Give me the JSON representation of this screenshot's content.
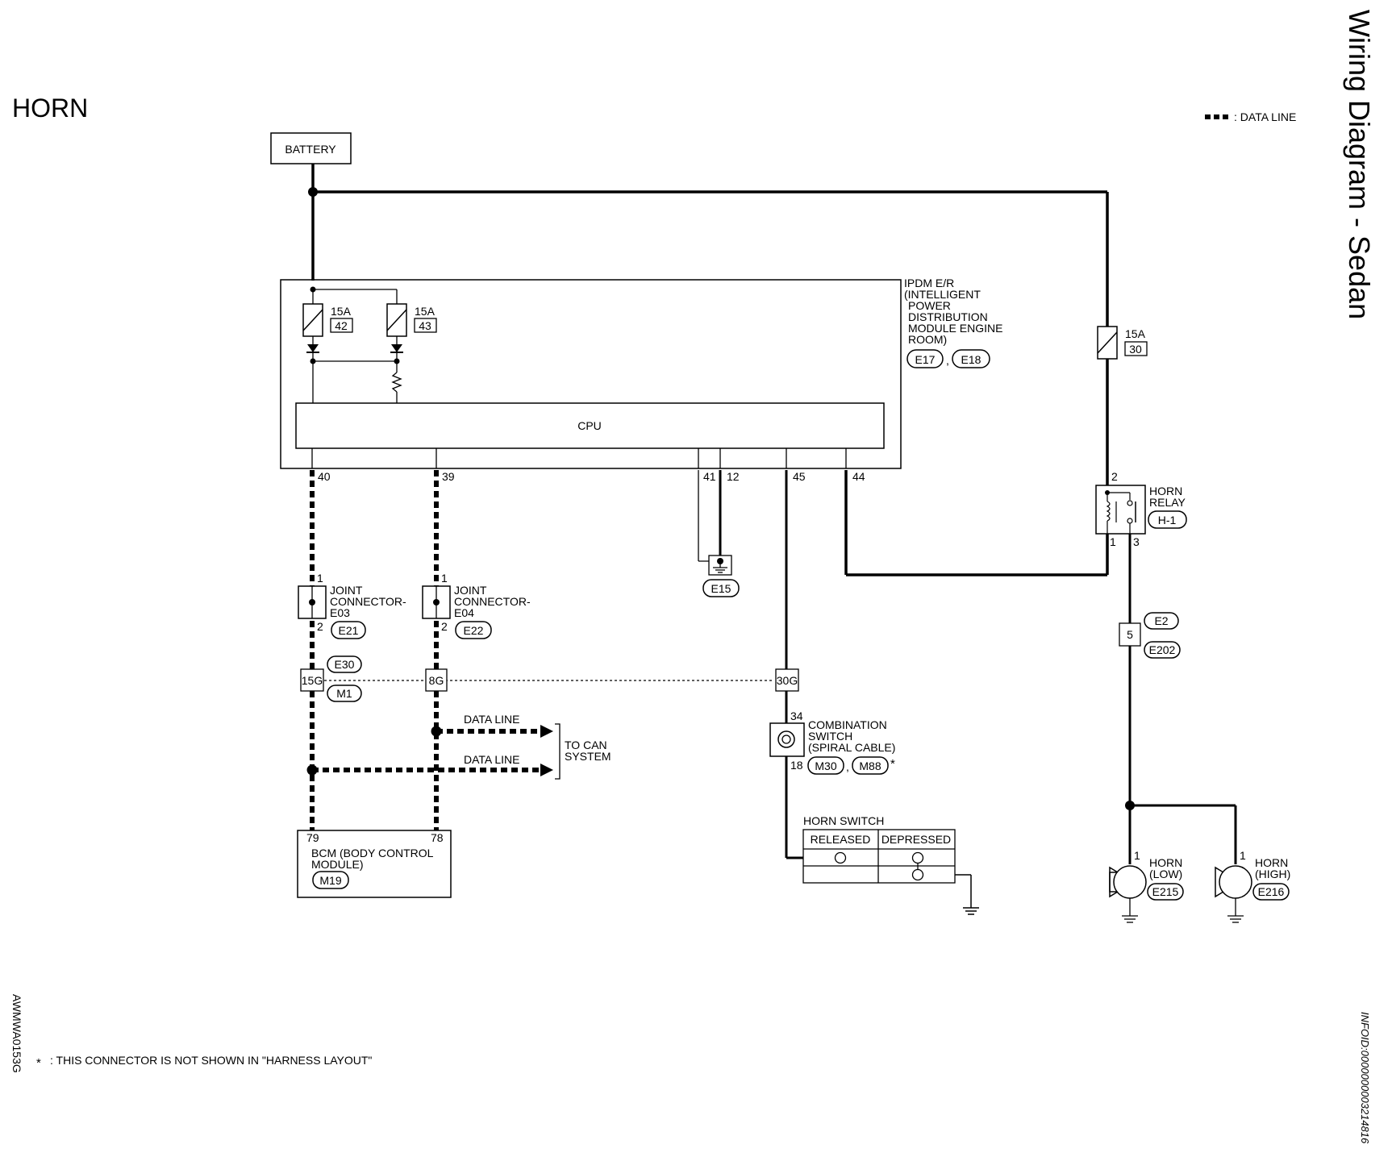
{
  "page": {
    "title": "HORN",
    "side_title": "Wiring Diagram - Sedan",
    "legend": ": DATA LINE",
    "footnote_mark": "*",
    "footnote": ":  THIS CONNECTOR IS NOT SHOWN IN \"HARNESS LAYOUT\"",
    "figure_id": "AWMWA0153G",
    "info_id": "INFOID:0000000003214816"
  },
  "battery": {
    "label": "BATTERY"
  },
  "ipdm": {
    "label": [
      "IPDM E/R",
      "(INTELLIGENT",
      "POWER",
      "DISTRIBUTION",
      "MODULE ENGINE",
      "ROOM)"
    ],
    "connectors": [
      "E17",
      "E18"
    ],
    "sep": ",",
    "cpu": "CPU",
    "fuse_42": {
      "amp": "15A",
      "num": "42"
    },
    "fuse_43": {
      "amp": "15A",
      "num": "43"
    },
    "pins": {
      "p40": "40",
      "p39": "39",
      "p41": "41",
      "p12": "12",
      "p45": "45",
      "p44": "44"
    }
  },
  "fuse_30": {
    "amp": "15A",
    "num": "30"
  },
  "horn_relay": {
    "label": [
      "HORN",
      "RELAY"
    ],
    "connector": "H-1",
    "pin_top": "2",
    "pin_l": "1",
    "pin_r": "3"
  },
  "ground_e15": "E15",
  "joint_e03": {
    "label": [
      "JOINT",
      "CONNECTOR-",
      "E03"
    ],
    "connector": "E21",
    "pin_top": "1",
    "pin_bot": "2"
  },
  "joint_e04": {
    "label": [
      "JOINT",
      "CONNECTOR-",
      "E04"
    ],
    "connector": "E22",
    "pin_top": "1",
    "pin_bot": "2"
  },
  "harness_e30": {
    "top": "E30",
    "bottom": "M1",
    "p15g": "15G",
    "p8g": "8G",
    "p30g": "30G"
  },
  "data_line_1": "DATA LINE",
  "data_line_2": "DATA LINE",
  "can_system": [
    "TO CAN",
    "SYSTEM"
  ],
  "combination_switch": {
    "label": [
      "COMBINATION",
      "SWITCH",
      "(SPIRAL CABLE)"
    ],
    "pin_top": "34",
    "pin_bot": "18",
    "connectors": [
      "M30",
      "M88"
    ],
    "sep": ",",
    "star": "*"
  },
  "horn_switch": {
    "label": "HORN SWITCH",
    "col_released": "RELEASED",
    "col_depressed": "DEPRESSED"
  },
  "bcm": {
    "label": [
      "BCM (BODY CONTROL",
      "MODULE)"
    ],
    "connector": "M19",
    "pin_79": "79",
    "pin_78": "78"
  },
  "connector_e2": {
    "top": "E2",
    "pin": "5",
    "bottom": "E202"
  },
  "horn_low": {
    "label": [
      "HORN",
      "(LOW)"
    ],
    "connector": "E215",
    "pin": "1"
  },
  "horn_high": {
    "label": [
      "HORN",
      "(HIGH)"
    ],
    "connector": "E216",
    "pin": "1"
  }
}
